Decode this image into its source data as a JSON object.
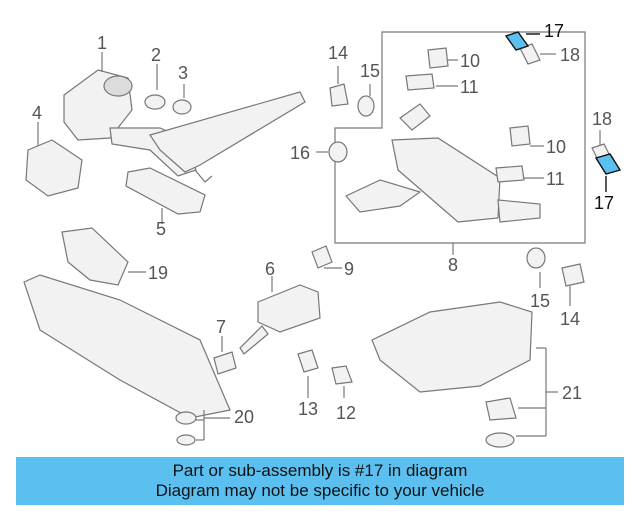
{
  "callouts": {
    "c1": "1",
    "c2": "2",
    "c3": "3",
    "c4": "4",
    "c5": "5",
    "c6": "6",
    "c7": "7",
    "c8": "8",
    "c9": "9",
    "c10a": "10",
    "c10b": "10",
    "c11a": "11",
    "c11b": "11",
    "c12": "12",
    "c13": "13",
    "c14a": "14",
    "c14b": "14",
    "c15a": "15",
    "c15b": "15",
    "c16": "16",
    "c17a": "17",
    "c17b": "17",
    "c18a": "18",
    "c18b": "18",
    "c19": "19",
    "c20": "20",
    "c21": "21"
  },
  "highlight_color": "#5bc0f0",
  "banner": {
    "line1": "Part or sub-assembly is #17 in diagram",
    "line2": "Diagram may not be specific to your vehicle"
  }
}
